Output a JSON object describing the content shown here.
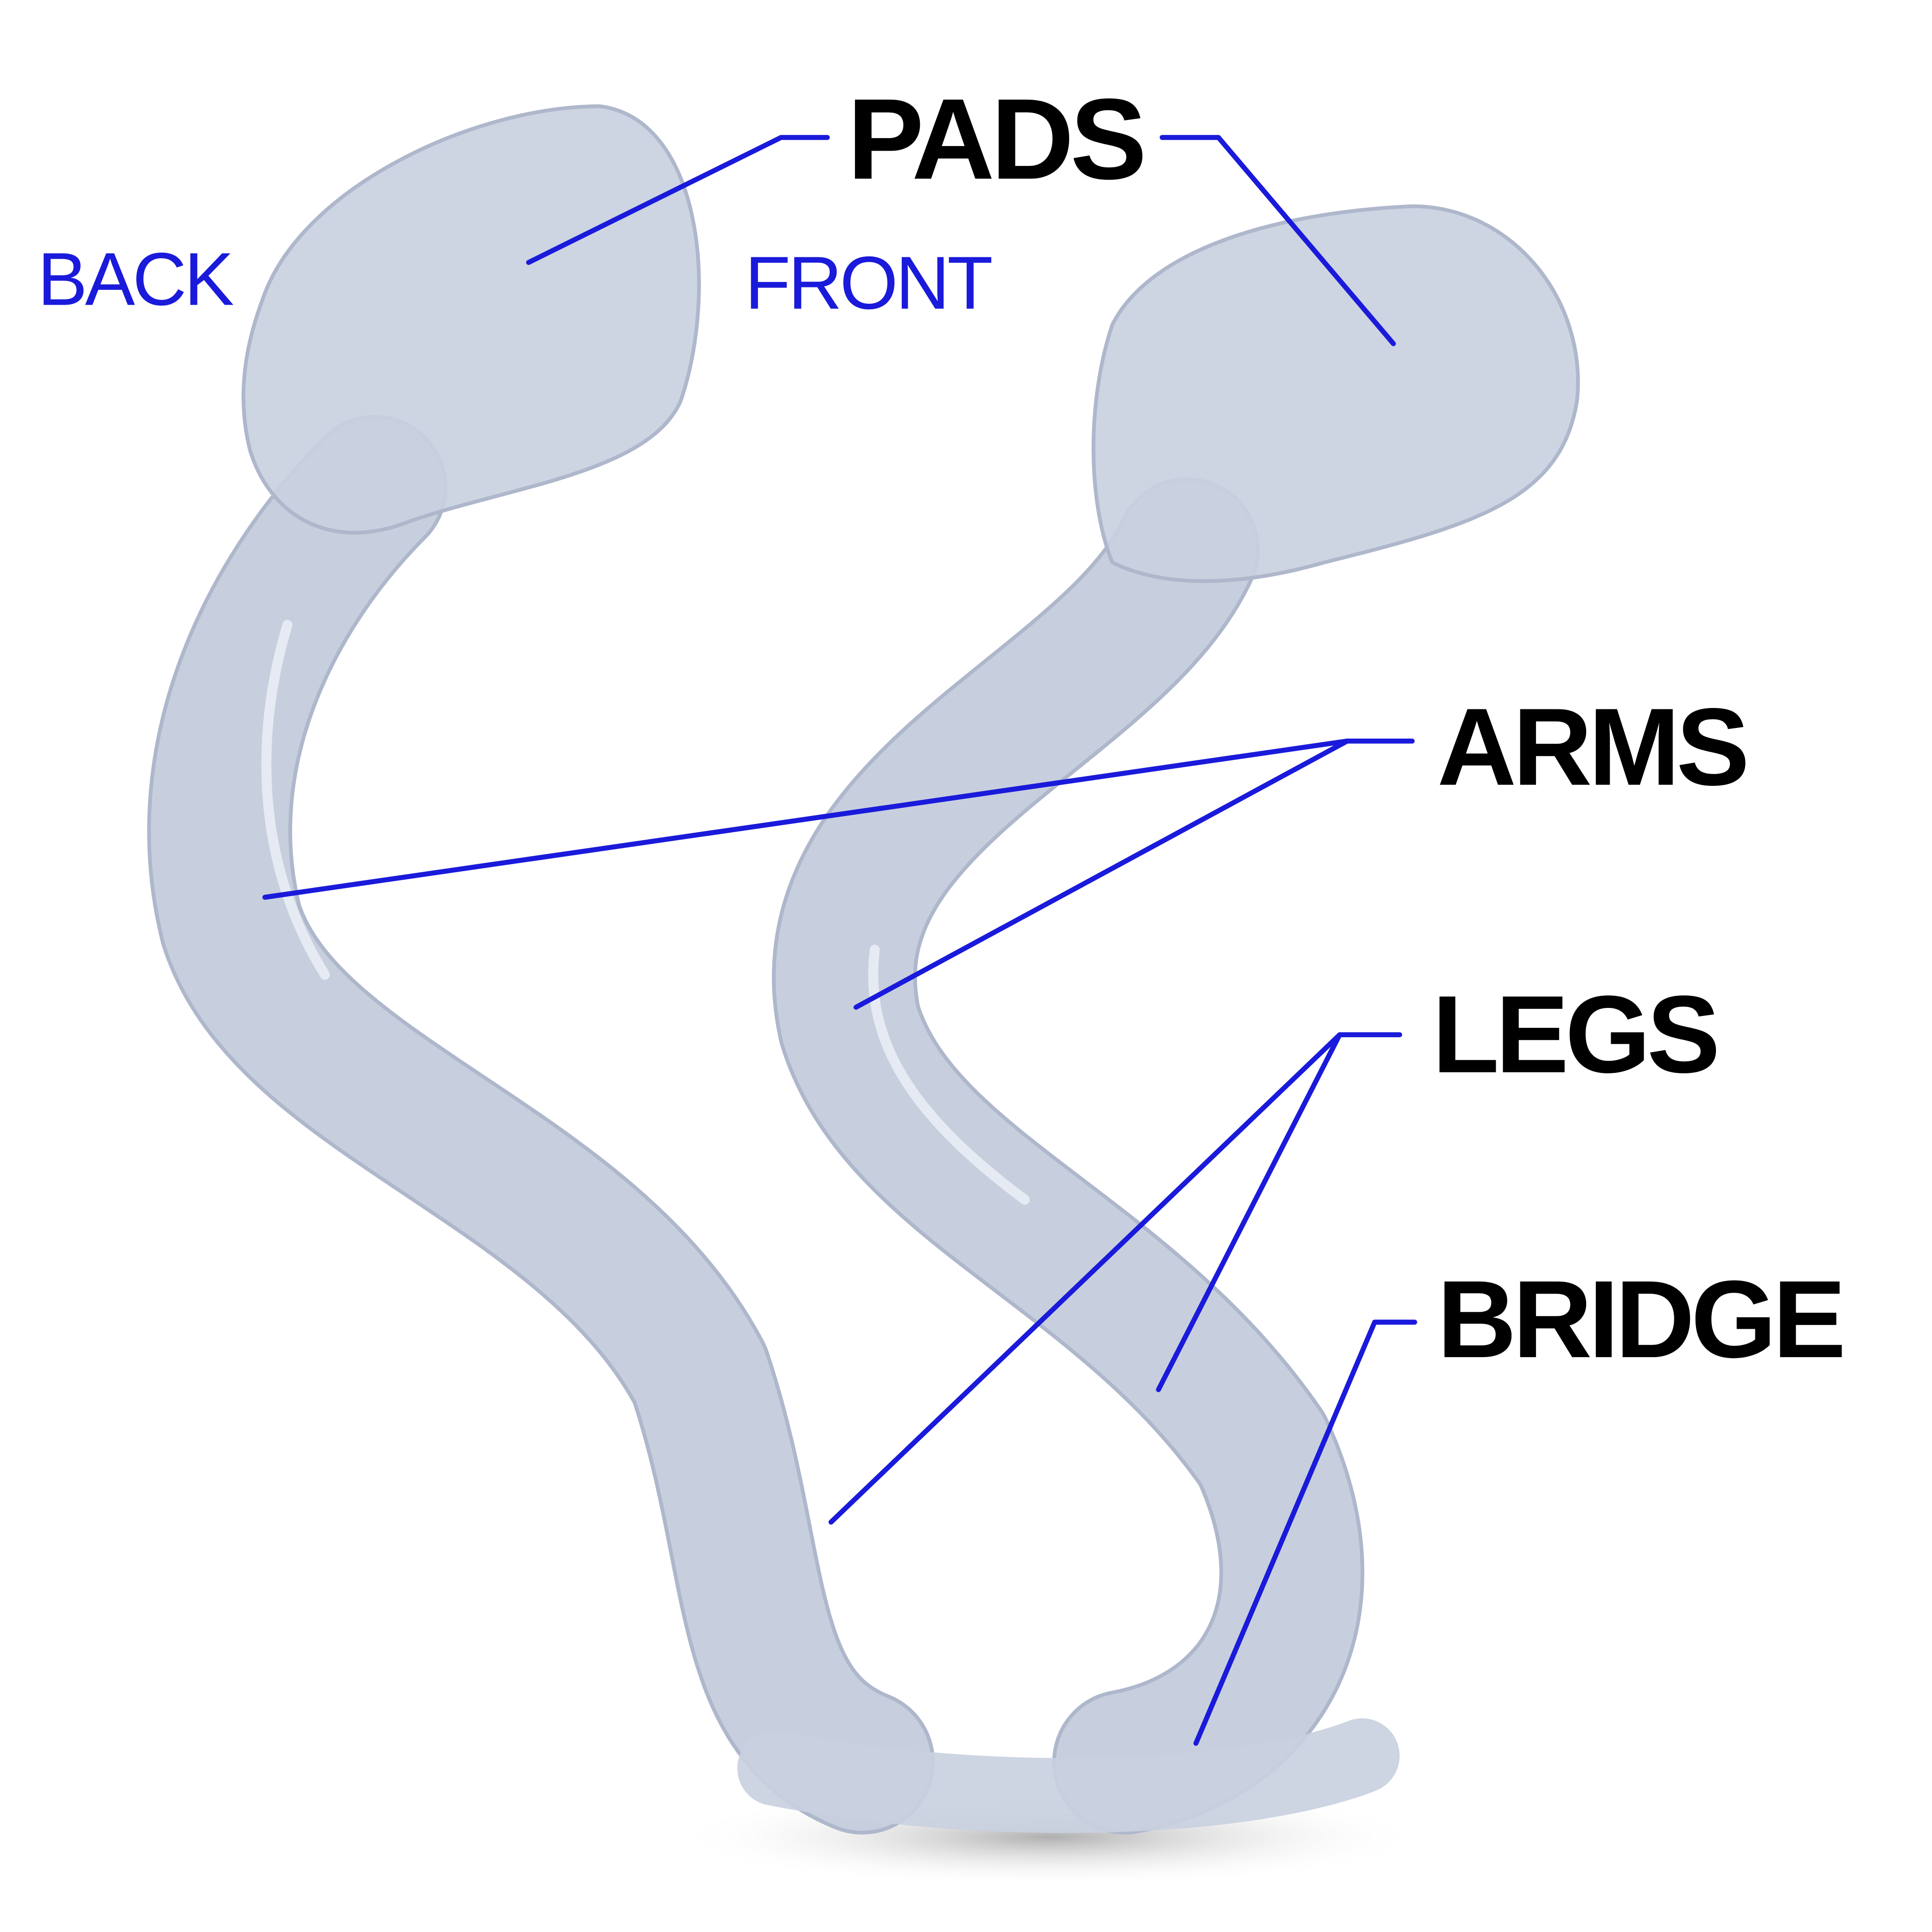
{
  "labels": {
    "pads": "PADS",
    "arms": "ARMS",
    "legs": "LEGS",
    "bridge": "BRIDGE",
    "back": "BACK",
    "front": "FRONT"
  },
  "colors": {
    "accent_blue": "#1a1adb",
    "label_black": "#000000",
    "gel": "#c9d0e0"
  }
}
